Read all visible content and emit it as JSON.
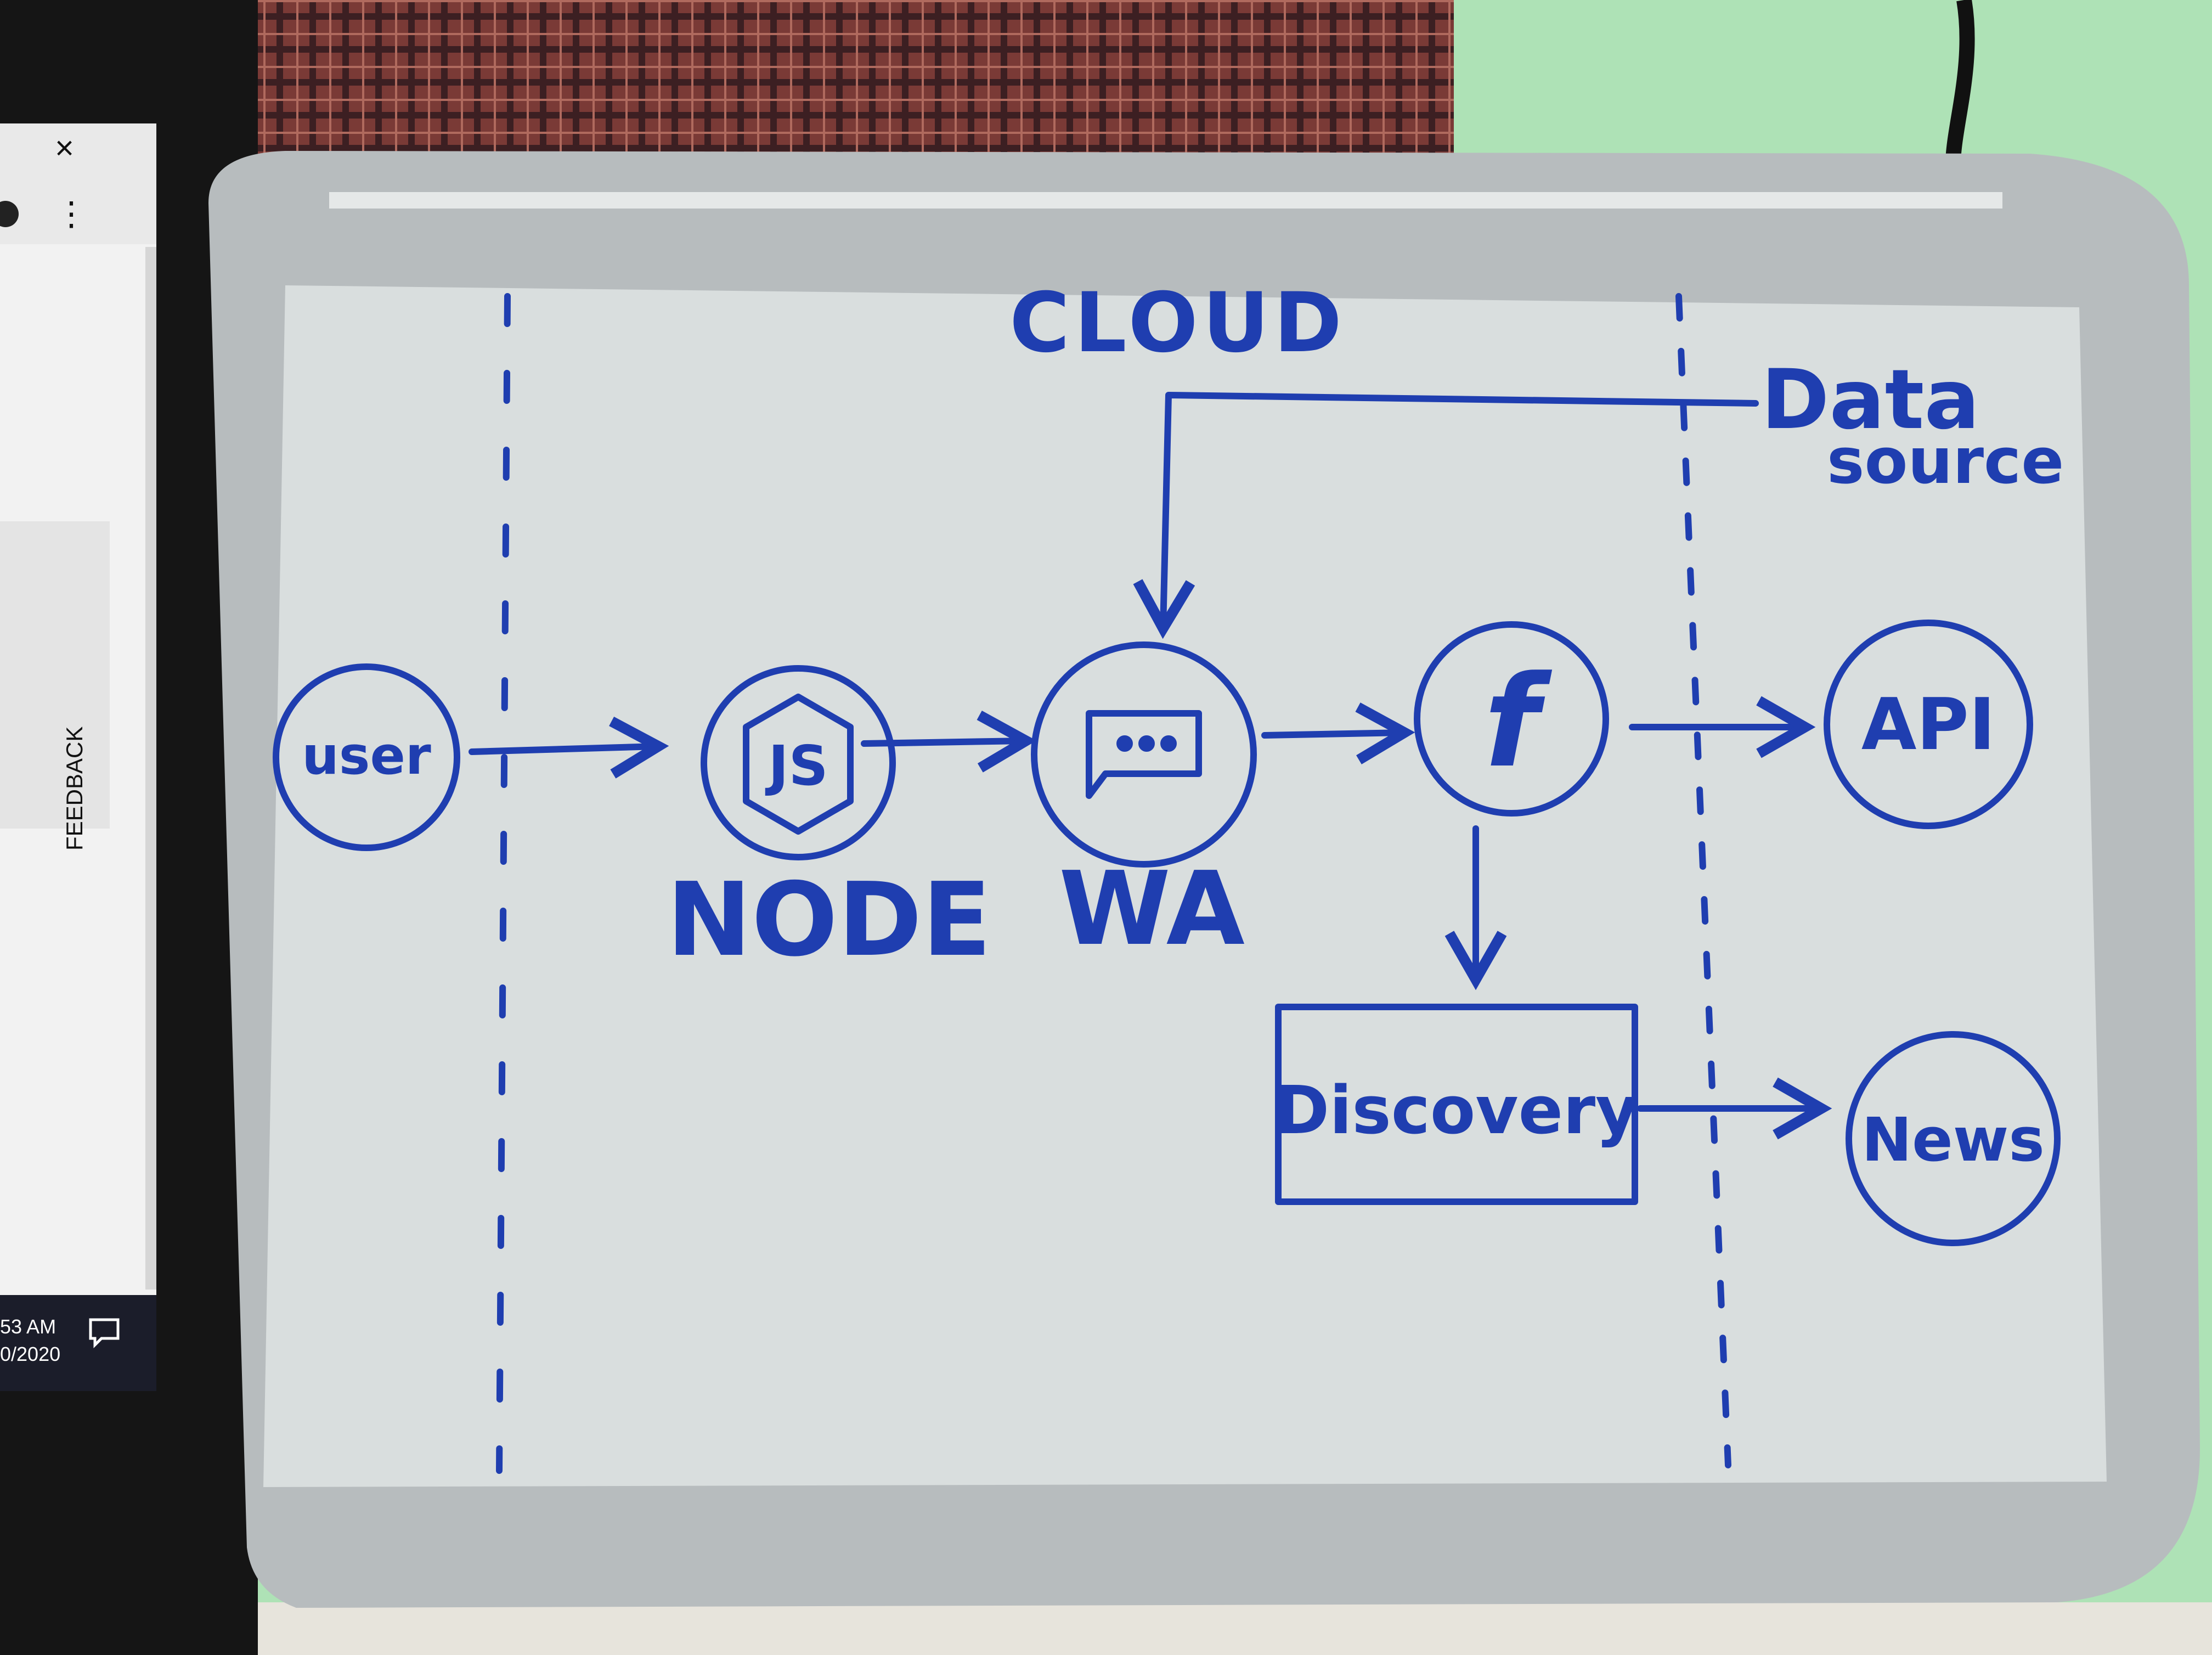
{
  "colors": {
    "wall": "#aee2b6",
    "marker_ink": "#1f3eb0",
    "board_surface": "#d9dede",
    "frame_metal": "#b7bcbe",
    "cloth": "#6a2a2a",
    "laptop_bezel": "#151515"
  },
  "laptop_screen": {
    "close_symbol": "×",
    "menu_symbol": "⋮",
    "feedback_label": "FEEDBACK",
    "clock_time": "53 AM",
    "clock_date": "0/2020",
    "notification_icon": "speech-bubble-icon"
  },
  "whiteboard": {
    "zone_label": "CLOUD",
    "nodes": {
      "user": "user",
      "node_icon_text": "JS",
      "node_label": "NODE",
      "wa_label": "WA",
      "function_symbol": "f",
      "api": "API",
      "discovery": "Discovery",
      "news": "News",
      "data_source_line1": "Data",
      "data_source_line2": "source"
    },
    "icons": {
      "node": "nodejs-hexagon-icon",
      "wa": "chat-bubble-icon",
      "function": "function-icon"
    }
  }
}
